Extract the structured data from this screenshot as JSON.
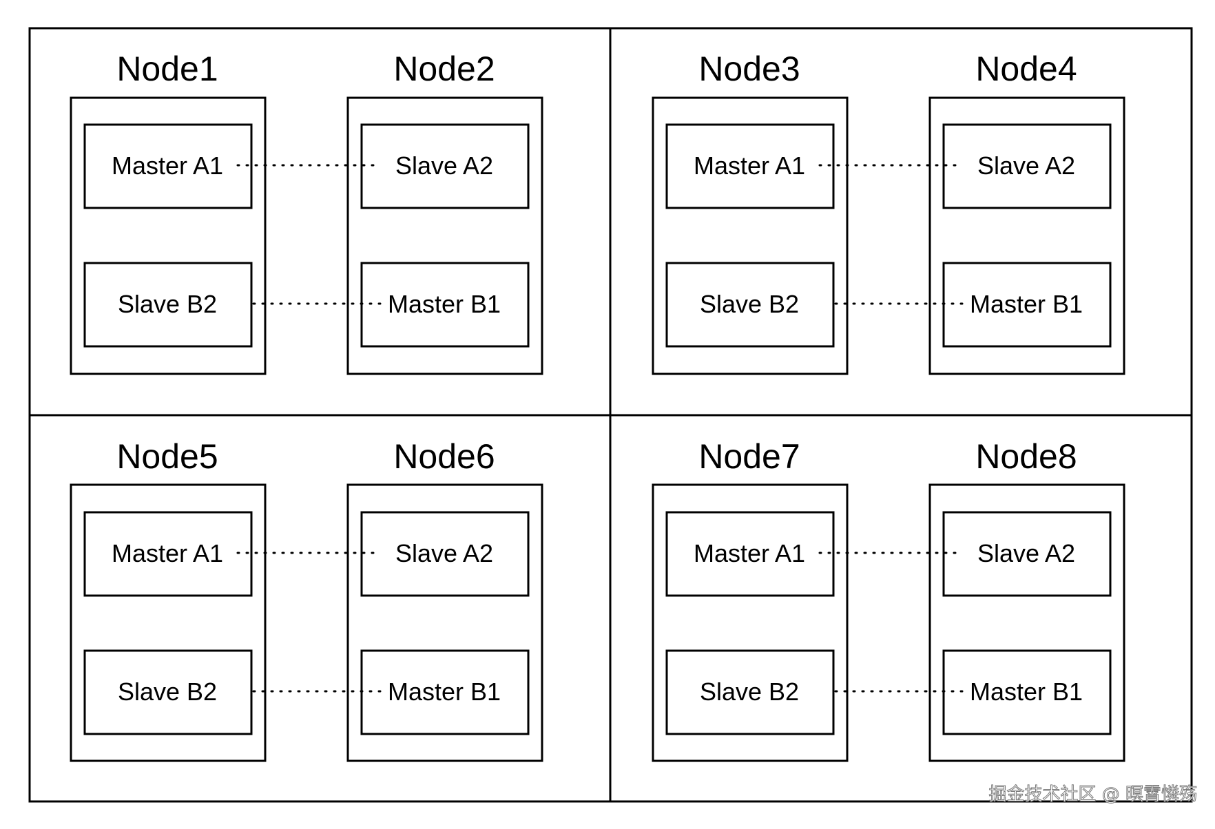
{
  "diagram": {
    "quadrants": [
      {
        "nodes": [
          {
            "title": "Node1",
            "top_role": "Master A1",
            "bottom_role": "Slave B2"
          },
          {
            "title": "Node2",
            "top_role": "Slave A2",
            "bottom_role": "Master B1"
          }
        ]
      },
      {
        "nodes": [
          {
            "title": "Node3",
            "top_role": "Master A1",
            "bottom_role": "Slave B2"
          },
          {
            "title": "Node4",
            "top_role": "Slave A2",
            "bottom_role": "Master B1"
          }
        ]
      },
      {
        "nodes": [
          {
            "title": "Node5",
            "top_role": "Master A1",
            "bottom_role": "Slave B2"
          },
          {
            "title": "Node6",
            "top_role": "Slave A2",
            "bottom_role": "Master B1"
          }
        ]
      },
      {
        "nodes": [
          {
            "title": "Node7",
            "top_role": "Master A1",
            "bottom_role": "Slave B2"
          },
          {
            "title": "Node8",
            "top_role": "Slave A2",
            "bottom_role": "Master B1"
          }
        ]
      }
    ]
  },
  "watermark": "掘金技术社区 @ 暝霄憐殇",
  "colors": {
    "stroke": "#000000",
    "background": "#ffffff"
  }
}
